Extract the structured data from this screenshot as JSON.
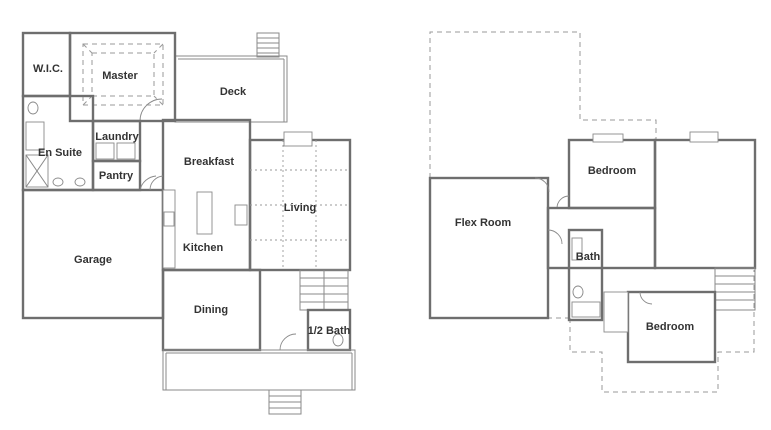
{
  "first_floor": {
    "rooms": {
      "wic": "W.I.C.",
      "master": "Master",
      "deck": "Deck",
      "laundry": "Laundry",
      "en_suite": "En Suite",
      "breakfast": "Breakfast",
      "pantry": "Pantry",
      "living": "Living",
      "kitchen": "Kitchen",
      "garage": "Garage",
      "dining": "Dining",
      "half_bath": "1/2 Bath"
    }
  },
  "second_floor": {
    "rooms": {
      "bedroom_1": "Bedroom",
      "flex_room": "Flex Room",
      "bath": "Bath",
      "bedroom_2": "Bedroom"
    }
  }
}
